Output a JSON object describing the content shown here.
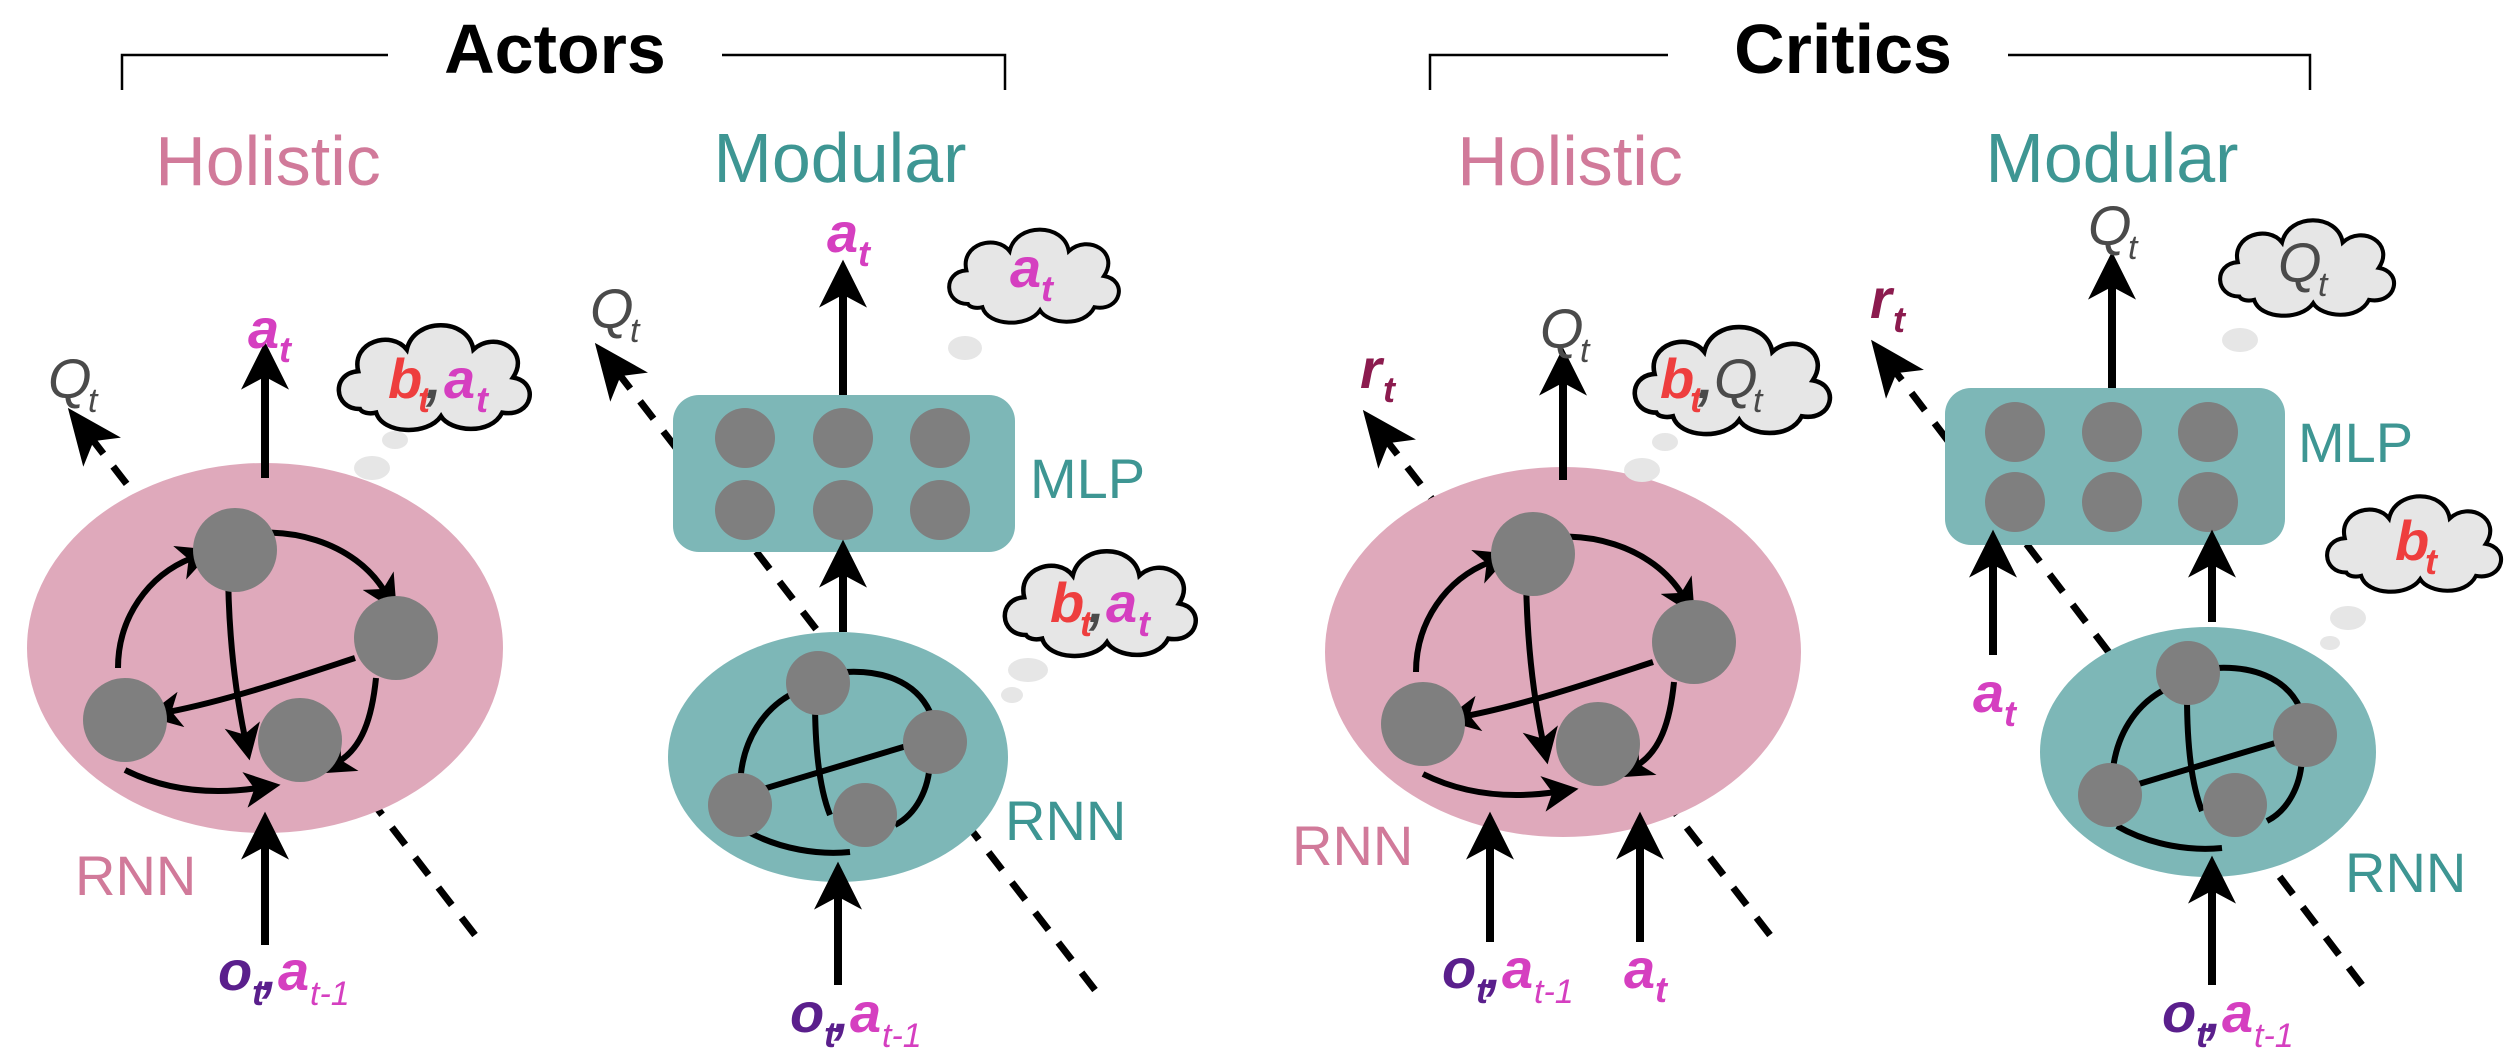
{
  "headers": {
    "actors": "Actors",
    "critics": "Critics"
  },
  "subtitles": {
    "holistic": "Holistic",
    "modular": "Modular"
  },
  "labels": {
    "rnn": "RNN",
    "mlp": "MLP"
  },
  "symbols": {
    "a": "a",
    "Q": "Q",
    "b": "b",
    "r": "r",
    "o": "o",
    "t": "t",
    "t_minus_1": "t-1",
    "comma": ","
  },
  "colors": {
    "holistic": "#d17a9a",
    "modular": "#3e9693",
    "rnn_holistic_fill": "#dfa9bb",
    "rnn_modular_fill": "#7db7b7",
    "action": "#d53fc0",
    "belief": "#ee3e3e",
    "value": "#4a4a4a",
    "observation": "#5a1f8c",
    "reward": "#8b1b4e"
  }
}
